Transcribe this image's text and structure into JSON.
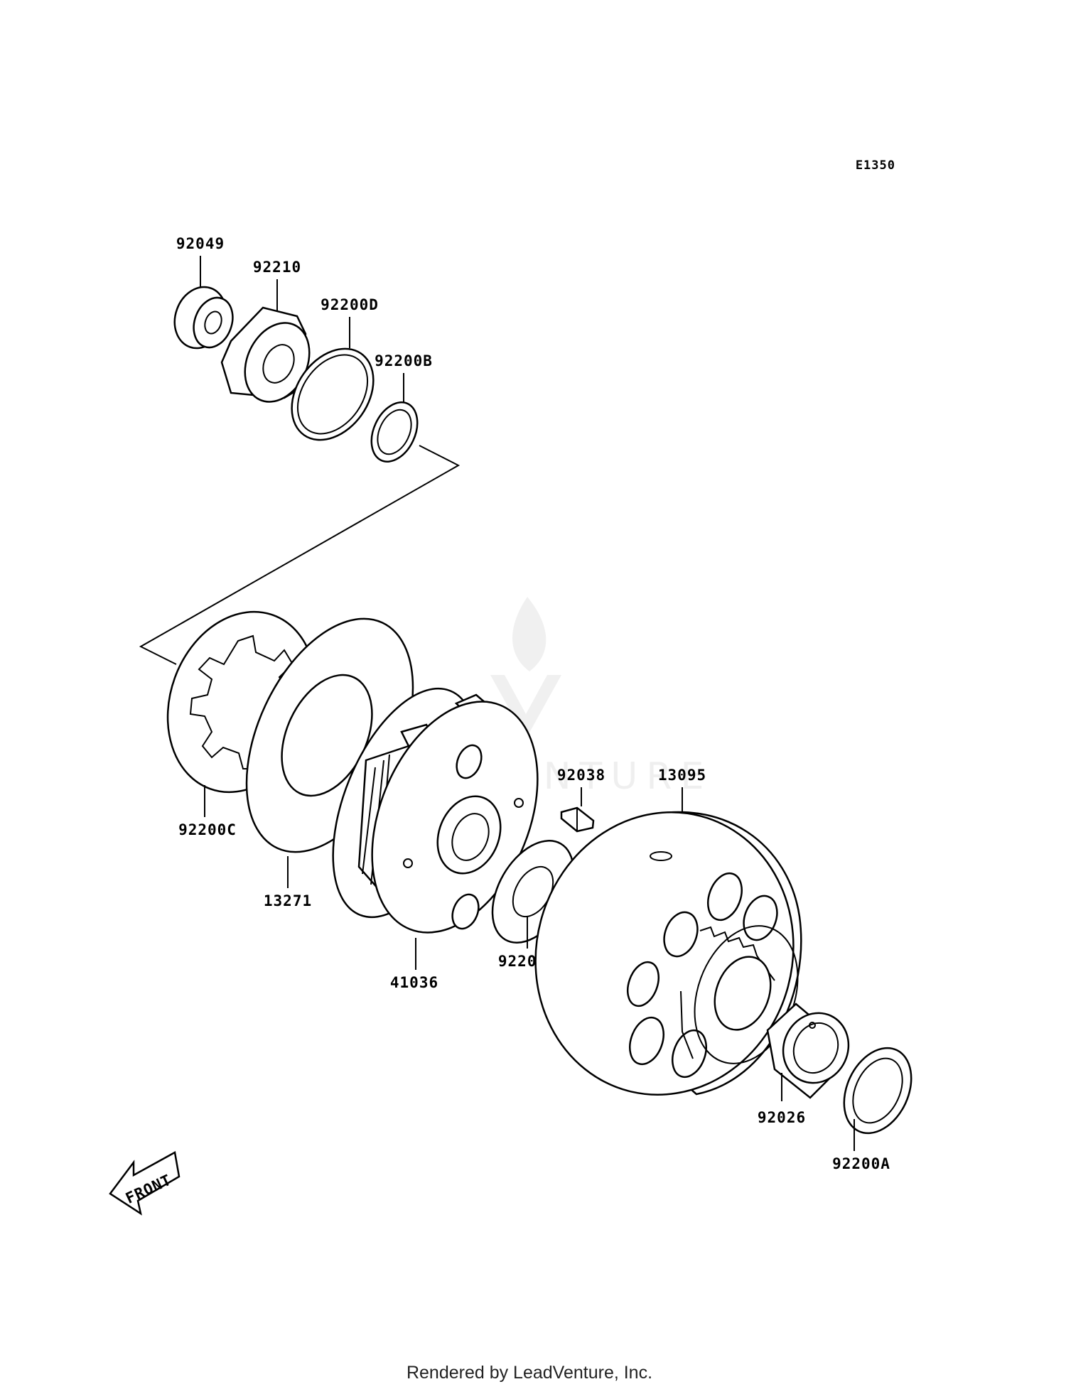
{
  "diagram_code": "E1350",
  "watermark": {
    "text": "LEADVENTURE"
  },
  "footer": "Rendered by LeadVenture, Inc.",
  "front_arrow": {
    "label": "FRONT"
  },
  "parts": [
    {
      "id": "92049",
      "label": "92049"
    },
    {
      "id": "92210",
      "label": "92210"
    },
    {
      "id": "92200D",
      "label": "92200D"
    },
    {
      "id": "92200B",
      "label": "92200B"
    },
    {
      "id": "92200C",
      "label": "92200C"
    },
    {
      "id": "13271",
      "label": "13271"
    },
    {
      "id": "41036",
      "label": "41036"
    },
    {
      "id": "92038",
      "label": "92038"
    },
    {
      "id": "92200",
      "label": "92200"
    },
    {
      "id": "13095",
      "label": "13095"
    },
    {
      "id": "92026",
      "label": "92026"
    },
    {
      "id": "92200A",
      "label": "92200A"
    }
  ]
}
